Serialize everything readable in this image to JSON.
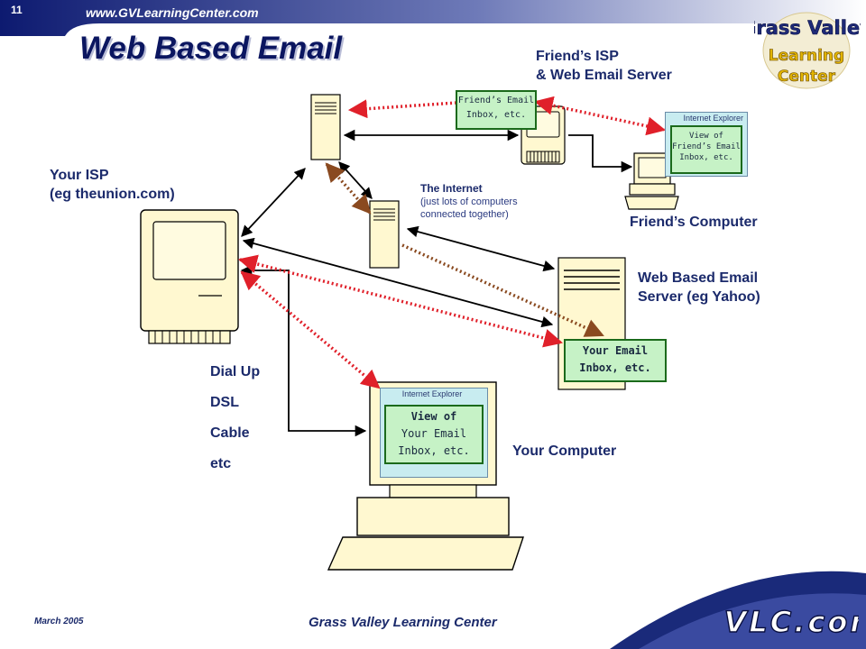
{
  "header": {
    "slide_number": "11",
    "url": "www.GVLearningCenter.com",
    "title": "Web Based Email"
  },
  "logo": {
    "line1": "Grass Valley",
    "line2": "Learning",
    "line3": "Center"
  },
  "labels": {
    "friends_isp_line1": "Friend’s ISP",
    "friends_isp_line2": "& Web Email Server",
    "your_isp_line1": "Your ISP",
    "your_isp_line2": "(eg theunion.com)",
    "internet_title": "The Internet",
    "internet_sub1": "(just lots of computers",
    "internet_sub2": "connected together)",
    "friends_computer": "Friend’s Computer",
    "web_email_line1": "Web Based Email",
    "web_email_line2": "Server (eg Yahoo)",
    "your_computer": "Your Computer",
    "connections": [
      "Dial Up",
      "DSL",
      "Cable",
      "etc"
    ]
  },
  "boxes": {
    "friends_inbox_line1": "Friend’s Email",
    "friends_inbox_line2": "Inbox, etc.",
    "friends_ie_title": "Internet Explorer",
    "friends_view_line1": "View of",
    "friends_view_line2": "Friend’s Email",
    "friends_view_line3": "Inbox, etc.",
    "your_inbox_line1": "Your Email",
    "your_inbox_line2": "Inbox, etc.",
    "your_ie_title": "Internet Explorer",
    "your_view_line1": "View of",
    "your_view_line2": "Your Email",
    "your_view_line3": "Inbox, etc."
  },
  "footer": {
    "date": "March 2005",
    "name": "Grass Valley Learning Center",
    "logo": "GVLC.com"
  },
  "colors": {
    "navy": "#1b2a6b",
    "red_dotted": "#e0202a",
    "brown_dotted": "#8a4a20",
    "inbox_fill": "#c6f2c6",
    "ie_fill": "#c8ecf0",
    "computer_fill": "#fff8d0"
  }
}
